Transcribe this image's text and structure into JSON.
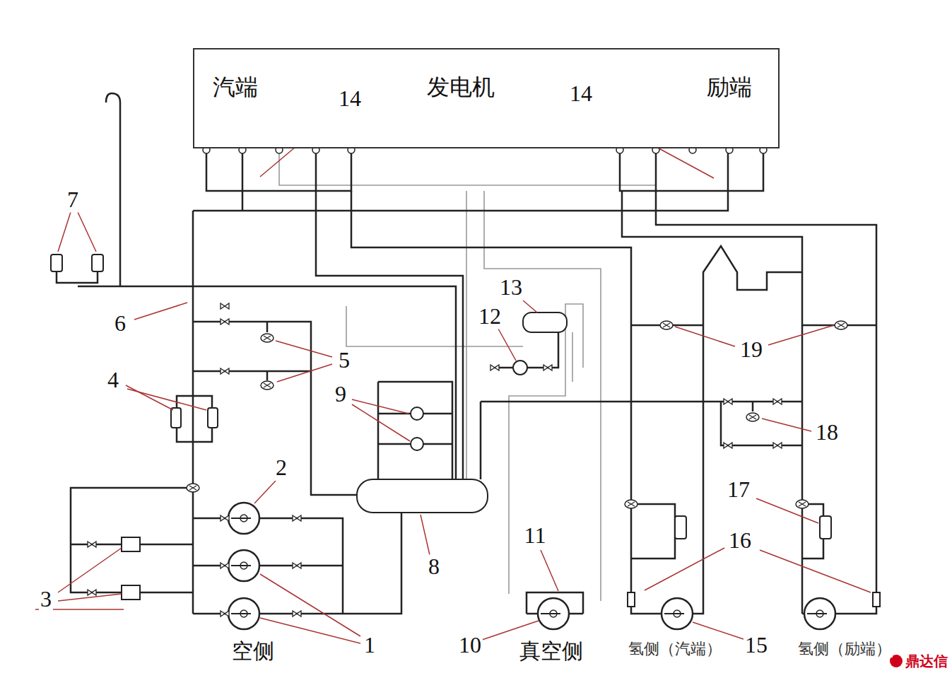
{
  "diagram": {
    "nodes": [
      {
        "text": [
          "汽端",
          "发电机",
          "励端"
        ]
      }
    ],
    "edges": [],
    "labels": [
      "14",
      "14",
      "7",
      "6",
      "5",
      "4",
      "9",
      "13",
      "12",
      "19",
      "18",
      "2",
      "17",
      "16",
      "11",
      "8",
      "3",
      "空侧",
      "1",
      "10",
      "真空侧",
      "氢侧（汽端）",
      "15",
      "氢侧（励端）",
      "鼎达信"
    ]
  }
}
